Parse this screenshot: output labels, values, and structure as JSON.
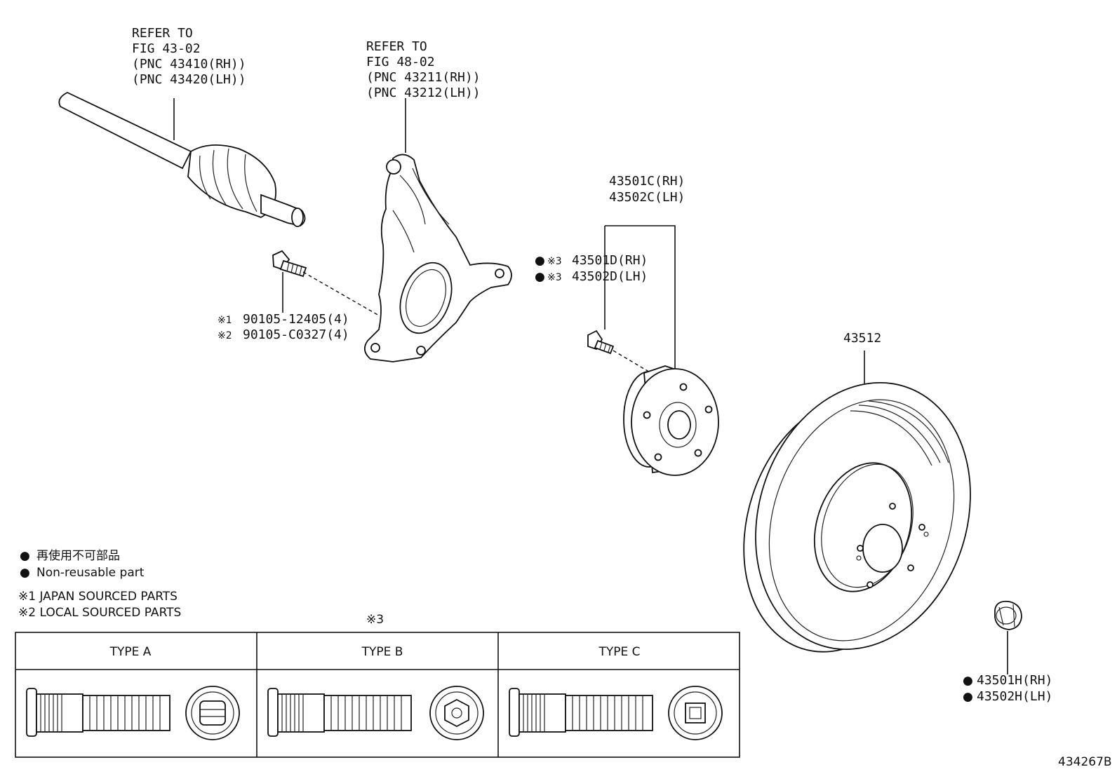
{
  "diagram_id": "434267B",
  "callouts": {
    "drive_shaft": [
      "REFER TO",
      "FIG 43-02",
      "(PNC 43410(RH))",
      "(PNC 43420(LH))"
    ],
    "knuckle": [
      "REFER TO",
      "FIG 48-02",
      "(PNC 43211(RH))",
      "(PNC 43212(LH))"
    ],
    "knuckle_bolt": [
      {
        "mark": "※1",
        "text": "90105-12405(4)"
      },
      {
        "mark": "※2",
        "text": "90105-C0327(4)"
      }
    ],
    "hub_assembly": [
      "43501C(RH)",
      "43502C(LH)"
    ],
    "hub_bolt": [
      {
        "bullet": "●",
        "mark": "※3",
        "text": "43501D(RH)"
      },
      {
        "bullet": "●",
        "mark": "※3",
        "text": "43502D(LH)"
      }
    ],
    "disc": "43512",
    "nut": [
      {
        "bullet": "●",
        "text": "43501H(RH)"
      },
      {
        "bullet": "●",
        "text": "43502H(LH)"
      }
    ]
  },
  "legend": {
    "bullet": "●",
    "nonreusable_jp": "再使用不可部品",
    "nonreusable_en": "Non-reusable part",
    "notes": [
      "※1 JAPAN SOURCED PARTS",
      "※2 LOCAL SOURCED PARTS"
    ]
  },
  "type_table": {
    "mark": "※3",
    "headers": [
      "TYPE A",
      "TYPE B",
      "TYPE C"
    ],
    "icons": [
      "slot-head-icon",
      "hex-socket-head-icon",
      "square-socket-head-icon"
    ]
  }
}
